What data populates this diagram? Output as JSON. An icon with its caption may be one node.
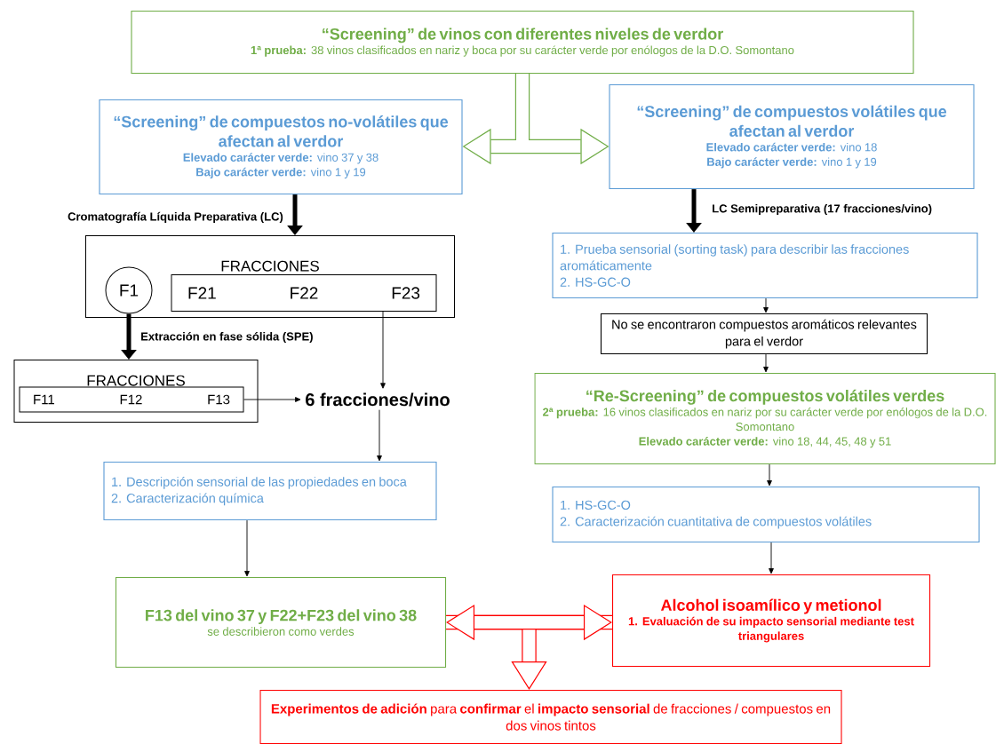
{
  "diagram": {
    "nodes": [
      {
        "text": [
          "“Screening” de vinos con diferentes niveles de verdor",
          "**1ª prueba:** 38 vinos clasificados en nariz y boca por su carácter verde por enólogos de la D.O. Somontano"
        ]
      },
      {
        "text": [
          "“Screening” de compuestos no-volátiles que afectan al verdor",
          "**Elevado carácter verde:** vino 37 y 38",
          "**Bajo carácter verde:** vino 1 y 19"
        ]
      },
      {
        "text": [
          "“Screening” de compuestos volátiles que afectan al verdor",
          "**Elevado carácter verde:** vino 18",
          "**Bajo carácter verde:** vino 1 y 19"
        ]
      },
      {
        "text": [
          "FRACCIONES"
        ]
      },
      {
        "text": [
          "F1"
        ],
        "in": 3
      },
      {
        "text": [
          "F21",
          "F22",
          "F23"
        ],
        "in": 3
      },
      {
        "text": [
          "FRACCIONES"
        ]
      },
      {
        "text": [
          "F11",
          "F12",
          "F13"
        ],
        "in": 6
      },
      {
        "text": [
          "6 fracciones/vino"
        ]
      },
      {
        "text": [
          "1. Descripción sensorial de las propiedades en boca",
          "2. Caracterización química"
        ]
      },
      {
        "text": [
          "1. Prueba sensorial (sorting task) para describir las fracciones aromáticamente",
          "2. HS-GC-O"
        ]
      },
      {
        "text": [
          "No se encontraron compuestos aromáticos relevantes para el verdor"
        ]
      },
      {
        "text": [
          "“Re-Screening” de compuestos volátiles verdes",
          "**2ª prueba:** 16 vinos clasificados en nariz  por su carácter verde por enólogos de la D.O. Somontano",
          "**Elevado carácter verde:** vino 18, 44, 45, 48 y 51"
        ]
      },
      {
        "text": [
          "1. HS-GC-O",
          "2. Caracterización cuantitativa de compuestos volátiles"
        ]
      },
      {
        "text": [
          "F13 del vino 37 y F22+F23 del vino 38",
          "se describieron como verdes"
        ]
      },
      {
        "text": [
          "Alcohol isoamílico y metionol",
          "1. Evaluación de su impacto sensorial mediante test triangulares"
        ]
      },
      {
        "text": [
          "**Experimentos de adición** para **confirmar** el **impacto sensorial** de fracciones / compuestos en dos vinos tintos"
        ]
      }
    ],
    "edges": [
      {
        "from": 0,
        "to": 1,
        "arrow": "to",
        "style": "thick",
        "color": "#70ad47"
      },
      {
        "from": 0,
        "to": 2,
        "arrow": "to",
        "style": "thick",
        "color": "#70ad47"
      },
      {
        "from": 1,
        "to": 3,
        "arrow": "to",
        "style": "thick",
        "label": "Cromatografía Líquida Preparativa (LC)"
      },
      {
        "from": 2,
        "to": 10,
        "arrow": "to",
        "style": "thick",
        "label": "LC Semipreparativa (17 fracciones/vino)"
      },
      {
        "from": 4,
        "to": 6,
        "arrow": "to",
        "style": "thick",
        "label": "Extracción en fase sólida (SPE)"
      },
      {
        "from": 5,
        "to": 8,
        "arrow": "to"
      },
      {
        "from": 7,
        "to": 8,
        "arrow": "to"
      },
      {
        "from": 8,
        "to": 9,
        "arrow": "to"
      },
      {
        "from": 9,
        "to": 14,
        "arrow": "to"
      },
      {
        "from": 10,
        "to": 11,
        "arrow": "to"
      },
      {
        "from": 11,
        "to": 12,
        "arrow": "to"
      },
      {
        "from": 12,
        "to": 13,
        "arrow": "to"
      },
      {
        "from": 13,
        "to": 15,
        "arrow": "to"
      },
      {
        "from": 14,
        "to": 15,
        "arrow": "both",
        "style": "thick",
        "color": "#ff0000"
      },
      {
        "from": 14,
        "to": 16,
        "arrow": "to",
        "style": "thick",
        "color": "#ff0000"
      },
      {
        "from": 15,
        "to": 16,
        "arrow": "to",
        "style": "thick",
        "color": "#ff0000"
      }
    ]
  }
}
